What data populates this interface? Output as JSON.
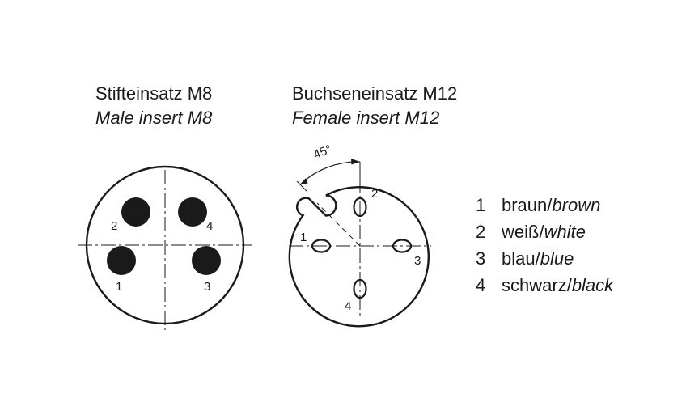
{
  "male": {
    "title_de": "Stifteinsatz M8",
    "title_en": "Male insert M8",
    "pins": [
      {
        "label": "1"
      },
      {
        "label": "2"
      },
      {
        "label": "3"
      },
      {
        "label": "4"
      }
    ]
  },
  "female": {
    "title_de": "Buchseneinsatz M12",
    "title_en": "Female insert M12",
    "angle_label": "45°",
    "pins": [
      {
        "label": "1"
      },
      {
        "label": "2"
      },
      {
        "label": "3"
      },
      {
        "label": "4"
      }
    ]
  },
  "legend": [
    {
      "num": "1",
      "de": "braun",
      "en": "brown"
    },
    {
      "num": "2",
      "de": "weiß",
      "en": "white"
    },
    {
      "num": "3",
      "de": "blau",
      "en": "blue"
    },
    {
      "num": "4",
      "de": "schwarz",
      "en": "black"
    }
  ],
  "colors": {
    "line": "#1a1a1a",
    "background": "#ffffff"
  }
}
